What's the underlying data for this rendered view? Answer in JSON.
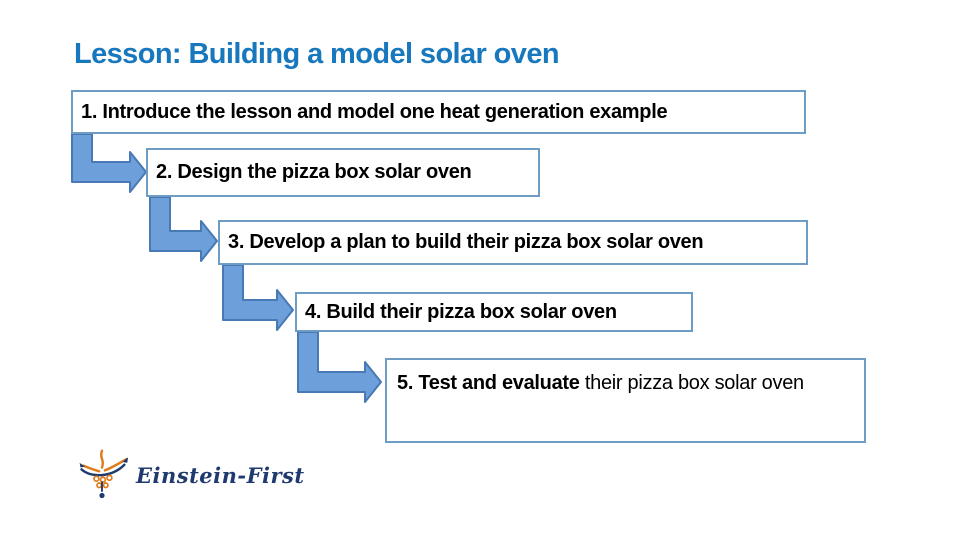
{
  "slide": {
    "title": "Lesson: Building a model solar oven",
    "steps": [
      {
        "label": "1. Introduce the lesson and model one heat generation example"
      },
      {
        "label": "2. Design the pizza box solar oven"
      },
      {
        "label": "3. Develop a plan to build their pizza box solar oven"
      },
      {
        "label": "4. Build their pizza box solar oven"
      },
      {
        "label_bold": "5. Test and evaluate",
        "label_rest": " their pizza box solar oven"
      }
    ],
    "logo_text": "Einstein-First"
  },
  "colors": {
    "title": "#1878be",
    "box_border": "#6f9cc5",
    "arrow_fill": "#6da0da",
    "arrow_stroke": "#4779b4",
    "step_text": "#000000",
    "logo_navy": "#1e3a6e",
    "logo_orange": "#e07b1a"
  }
}
